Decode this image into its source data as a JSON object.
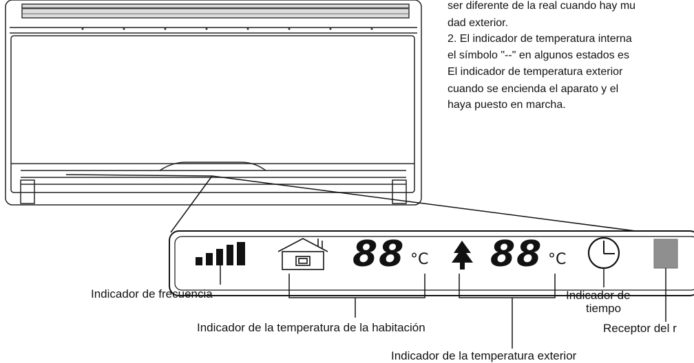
{
  "paragraph": {
    "lines": [
      "ser diferente de la real cuando hay mu",
      "dad exterior.",
      "2. El indicador de temperatura interna",
      "el símbolo \"--\" en algunos estados es",
      "El indicador de temperatura exterior",
      "cuando se encienda el aparato y el",
      "haya puesto en marcha."
    ]
  },
  "display": {
    "room_temp_digits": "88",
    "room_temp_unit": "°C",
    "outdoor_temp_digits": "88",
    "outdoor_temp_unit": "°C"
  },
  "labels": {
    "frequency": "Indicador de frecuencia",
    "room_temp": "Indicador de la temperatura de la habitación",
    "time_line1": "Indicador de",
    "time_line2": "tiempo",
    "receiver": "Receptor del r",
    "outdoor_temp": "Indicador de la temperatura exterior"
  },
  "icons": [
    "signal-bars-icon",
    "house-icon",
    "tree-icon",
    "clock-icon",
    "receiver-window-icon"
  ]
}
